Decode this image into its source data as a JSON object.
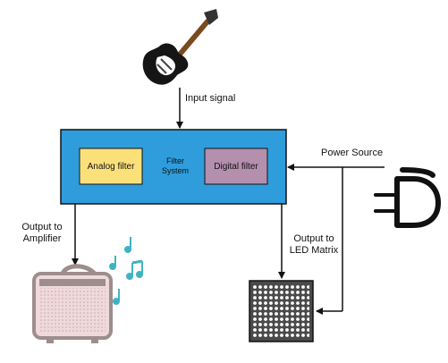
{
  "labels": {
    "input_signal": "Input signal",
    "analog_filter": "Analog filter",
    "filter_system_line1": "Filter",
    "filter_system_line2": "System",
    "digital_filter": "Digital filter",
    "power_source": "Power Source",
    "output_amplifier_line1": "Output to",
    "output_amplifier_line2": "Amplifier",
    "output_led_line1": "Output to",
    "output_led_line2": "LED Matrix"
  },
  "colors": {
    "filter_system_fill": "#2f9ddb",
    "analog_filter_fill": "#fbe07a",
    "digital_filter_fill": "#b48fae",
    "music_notes": "#3fb3c4",
    "amplifier_body": "#efd9da",
    "led_matrix_body": "#4a4a4a"
  },
  "icons": {
    "guitar": "electric-guitar-icon",
    "plug": "power-plug-icon",
    "amplifier": "amplifier-icon",
    "notes": "music-notes-icon",
    "led_matrix": "led-matrix-icon"
  }
}
